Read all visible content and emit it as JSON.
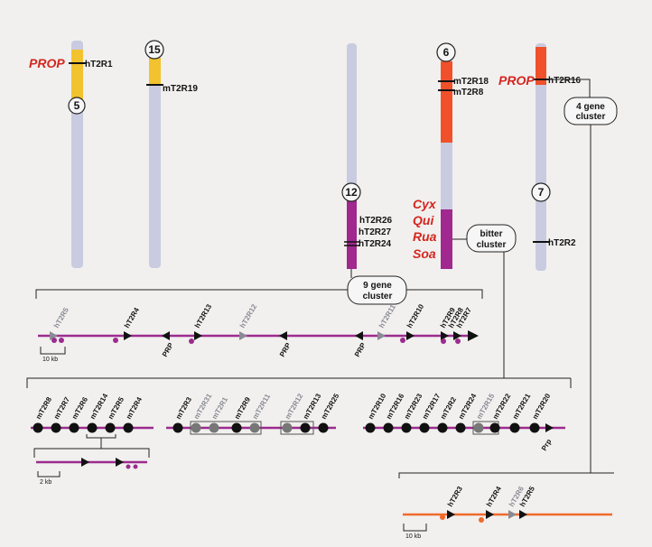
{
  "chromosomes": {
    "c5": {
      "number": "5",
      "gene": "hT2R1",
      "locus": "PROP"
    },
    "c15": {
      "number": "15",
      "gene": "mT2R19"
    },
    "c12": {
      "number": "12",
      "genes": [
        "hT2R26",
        "hT2R27",
        "hT2R24"
      ]
    },
    "c6": {
      "number": "6",
      "genes": [
        "mT2R18",
        "mT2R8"
      ],
      "loci": [
        "Cyx",
        "Qui",
        "Rua",
        "Soa"
      ]
    },
    "c7": {
      "number": "7",
      "genes": [
        "hT2R16",
        "hT2R2"
      ],
      "locus": "PROP"
    }
  },
  "clusters": {
    "four": [
      "4 gene",
      "cluster"
    ],
    "nine": [
      "9 gene",
      "cluster"
    ],
    "bitter": [
      "bitter",
      "cluster"
    ]
  },
  "track_nine": {
    "genes": [
      "hT2R5",
      "hT2R4",
      "hT2R13",
      "hT2R12",
      "hT2R11",
      "hT2R10",
      "hT2R9",
      "hT2R8",
      "hT2R7"
    ],
    "prp": [
      "PRP",
      "PRP",
      "PRP"
    ],
    "scale": "10 kb"
  },
  "track_mouse_a": {
    "genes": [
      "mT2R8",
      "mT2R7",
      "mT2R6",
      "mT2R14",
      "mT2R5",
      "mT2R4"
    ],
    "scale": "2 kb"
  },
  "track_mouse_b": {
    "genes": [
      "mT2R3",
      "mT2R31",
      "mT2R1",
      "mT2R9",
      "mT2R11",
      "mT2R12",
      "mT2R13",
      "mT2R25"
    ]
  },
  "track_mouse_c": {
    "genes": [
      "mT2R10",
      "mT2R16",
      "mT2R23",
      "mT2R17",
      "mT2R2",
      "mT2R24",
      "mT2R15",
      "mT2R22",
      "mT2R21",
      "mT2R20"
    ],
    "prp": "Prp"
  },
  "track_four": {
    "genes": [
      "hT2R3",
      "hT2R4",
      "hT2R6",
      "hT2R5"
    ],
    "scale": "10 kb"
  },
  "colors": {
    "chromosome": "#c9cbe0",
    "yellow": "#f2c22f",
    "purple": "#a0288e",
    "orange_red": "#f0502a",
    "track_purple": "#9c2b8f",
    "track_orange": "#f06a2c"
  }
}
